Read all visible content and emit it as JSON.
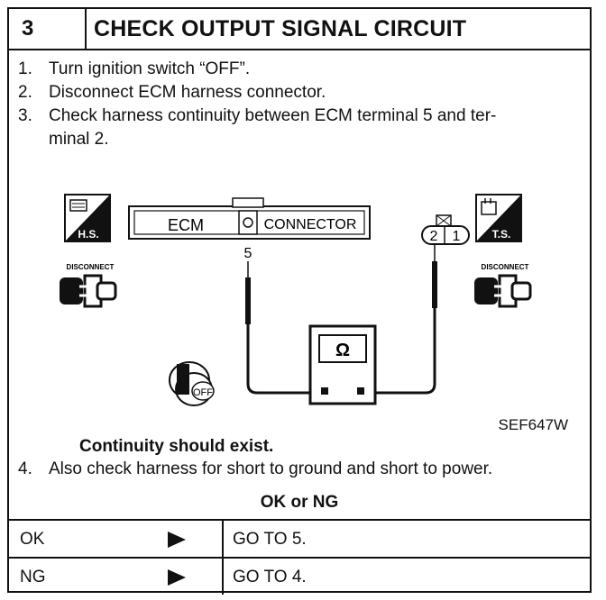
{
  "header": {
    "step_number": "3",
    "title": "CHECK OUTPUT SIGNAL CIRCUIT"
  },
  "steps": [
    {
      "num": "1.",
      "text": "Turn ignition switch “OFF”."
    },
    {
      "num": "2.",
      "text": "Disconnect ECM harness connector."
    },
    {
      "num": "3.",
      "text": "Check harness continuity between ECM terminal 5 and ter-"
    },
    {
      "num": "",
      "text": "minal 2."
    }
  ],
  "figure": {
    "hs_label": "H.S.",
    "ts_label": "T.S.",
    "ecm_label": "ECM",
    "connector_label": "CONNECTOR",
    "disconnect_left": "DISCONNECT",
    "disconnect_right": "DISCONNECT",
    "terminal_ecm": "5",
    "terminal_2": "2",
    "terminal_1": "1",
    "meter_symbol": "Ω",
    "ignition_label": "OFF",
    "figure_code": "SEF647W"
  },
  "result_note": "Continuity should exist.",
  "step4": {
    "num": "4.",
    "text": "Also check harness for short to ground and short to power."
  },
  "ok_ng_title": "OK or NG",
  "outcomes": [
    {
      "key": "OK",
      "action": "GO TO 5."
    },
    {
      "key": "NG",
      "action": "GO TO 4."
    }
  ]
}
